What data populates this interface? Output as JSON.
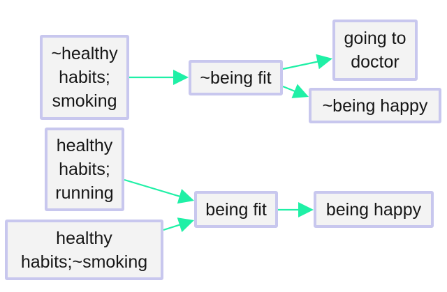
{
  "colors": {
    "arrow": "#1ff0a6",
    "node_border": "#c8c7ee",
    "node_fill": "#f3f3f3",
    "text": "#161616"
  },
  "diagram": {
    "nodes": [
      {
        "id": "n1",
        "label": "~healthy\nhabits;\nsmoking"
      },
      {
        "id": "n2",
        "label": "~being fit"
      },
      {
        "id": "n3",
        "label": "going to\ndoctor"
      },
      {
        "id": "n4",
        "label": "~being happy"
      },
      {
        "id": "n5",
        "label": "healthy\nhabits;\nrunning"
      },
      {
        "id": "n6",
        "label": "being fit"
      },
      {
        "id": "n7",
        "label": "being happy"
      },
      {
        "id": "n8",
        "label": "healthy\nhabits;~smoking"
      }
    ],
    "edges": [
      {
        "from": "n1",
        "to": "n2"
      },
      {
        "from": "n2",
        "to": "n3"
      },
      {
        "from": "n2",
        "to": "n4"
      },
      {
        "from": "n5",
        "to": "n6"
      },
      {
        "from": "n8",
        "to": "n6"
      },
      {
        "from": "n6",
        "to": "n7"
      }
    ]
  }
}
